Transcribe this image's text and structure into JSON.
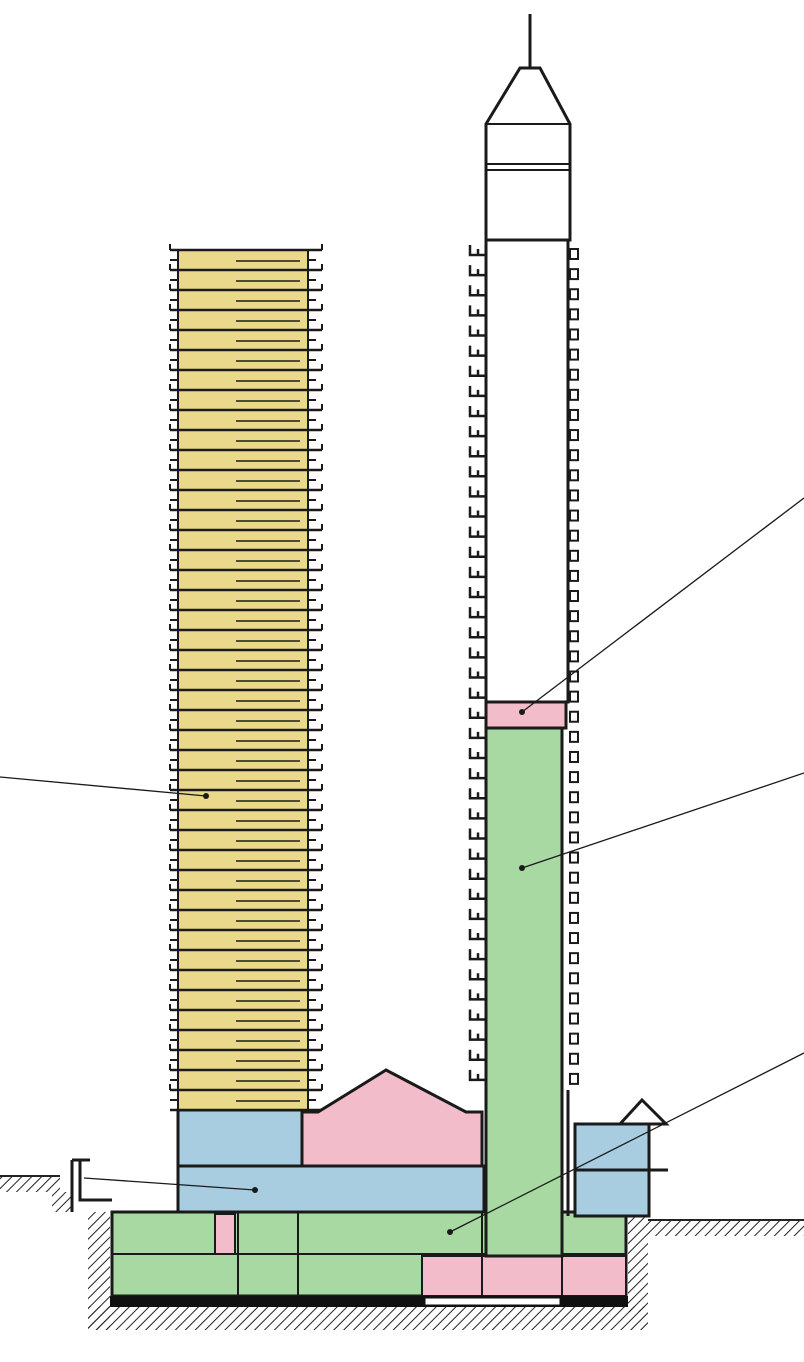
{
  "diagram": {
    "kind": "building-section",
    "colors": {
      "residential": "#ead98a",
      "commercial": "#a9cde0",
      "retail": "#f2bccb",
      "office": "#a8d9a3",
      "outline": "#1a1a1a",
      "background": "#ffffff"
    },
    "left_tower_floors": 43,
    "right_tower_floors": 42
  }
}
